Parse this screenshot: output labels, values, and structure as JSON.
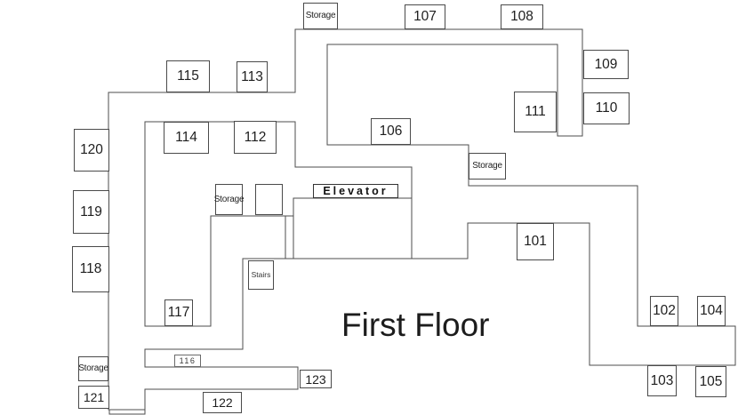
{
  "title": "First Floor",
  "rooms": {
    "101": "101",
    "102": "102",
    "103": "103",
    "104": "104",
    "105": "105",
    "106": "106",
    "107": "107",
    "108": "108",
    "109": "109",
    "110": "110",
    "111": "111",
    "112": "112",
    "113": "113",
    "114": "114",
    "115": "115",
    "116": "116",
    "117": "117",
    "118": "118",
    "119": "119",
    "120": "120",
    "121": "121",
    "122": "122",
    "123": "123"
  },
  "labels": {
    "storage": "Storage",
    "stairs": "Stairs",
    "elevator": "Elevator"
  },
  "colors": {
    "wall": "#4d4d4d",
    "box_border": "#4a4a4a",
    "text": "#1e1e1e"
  }
}
